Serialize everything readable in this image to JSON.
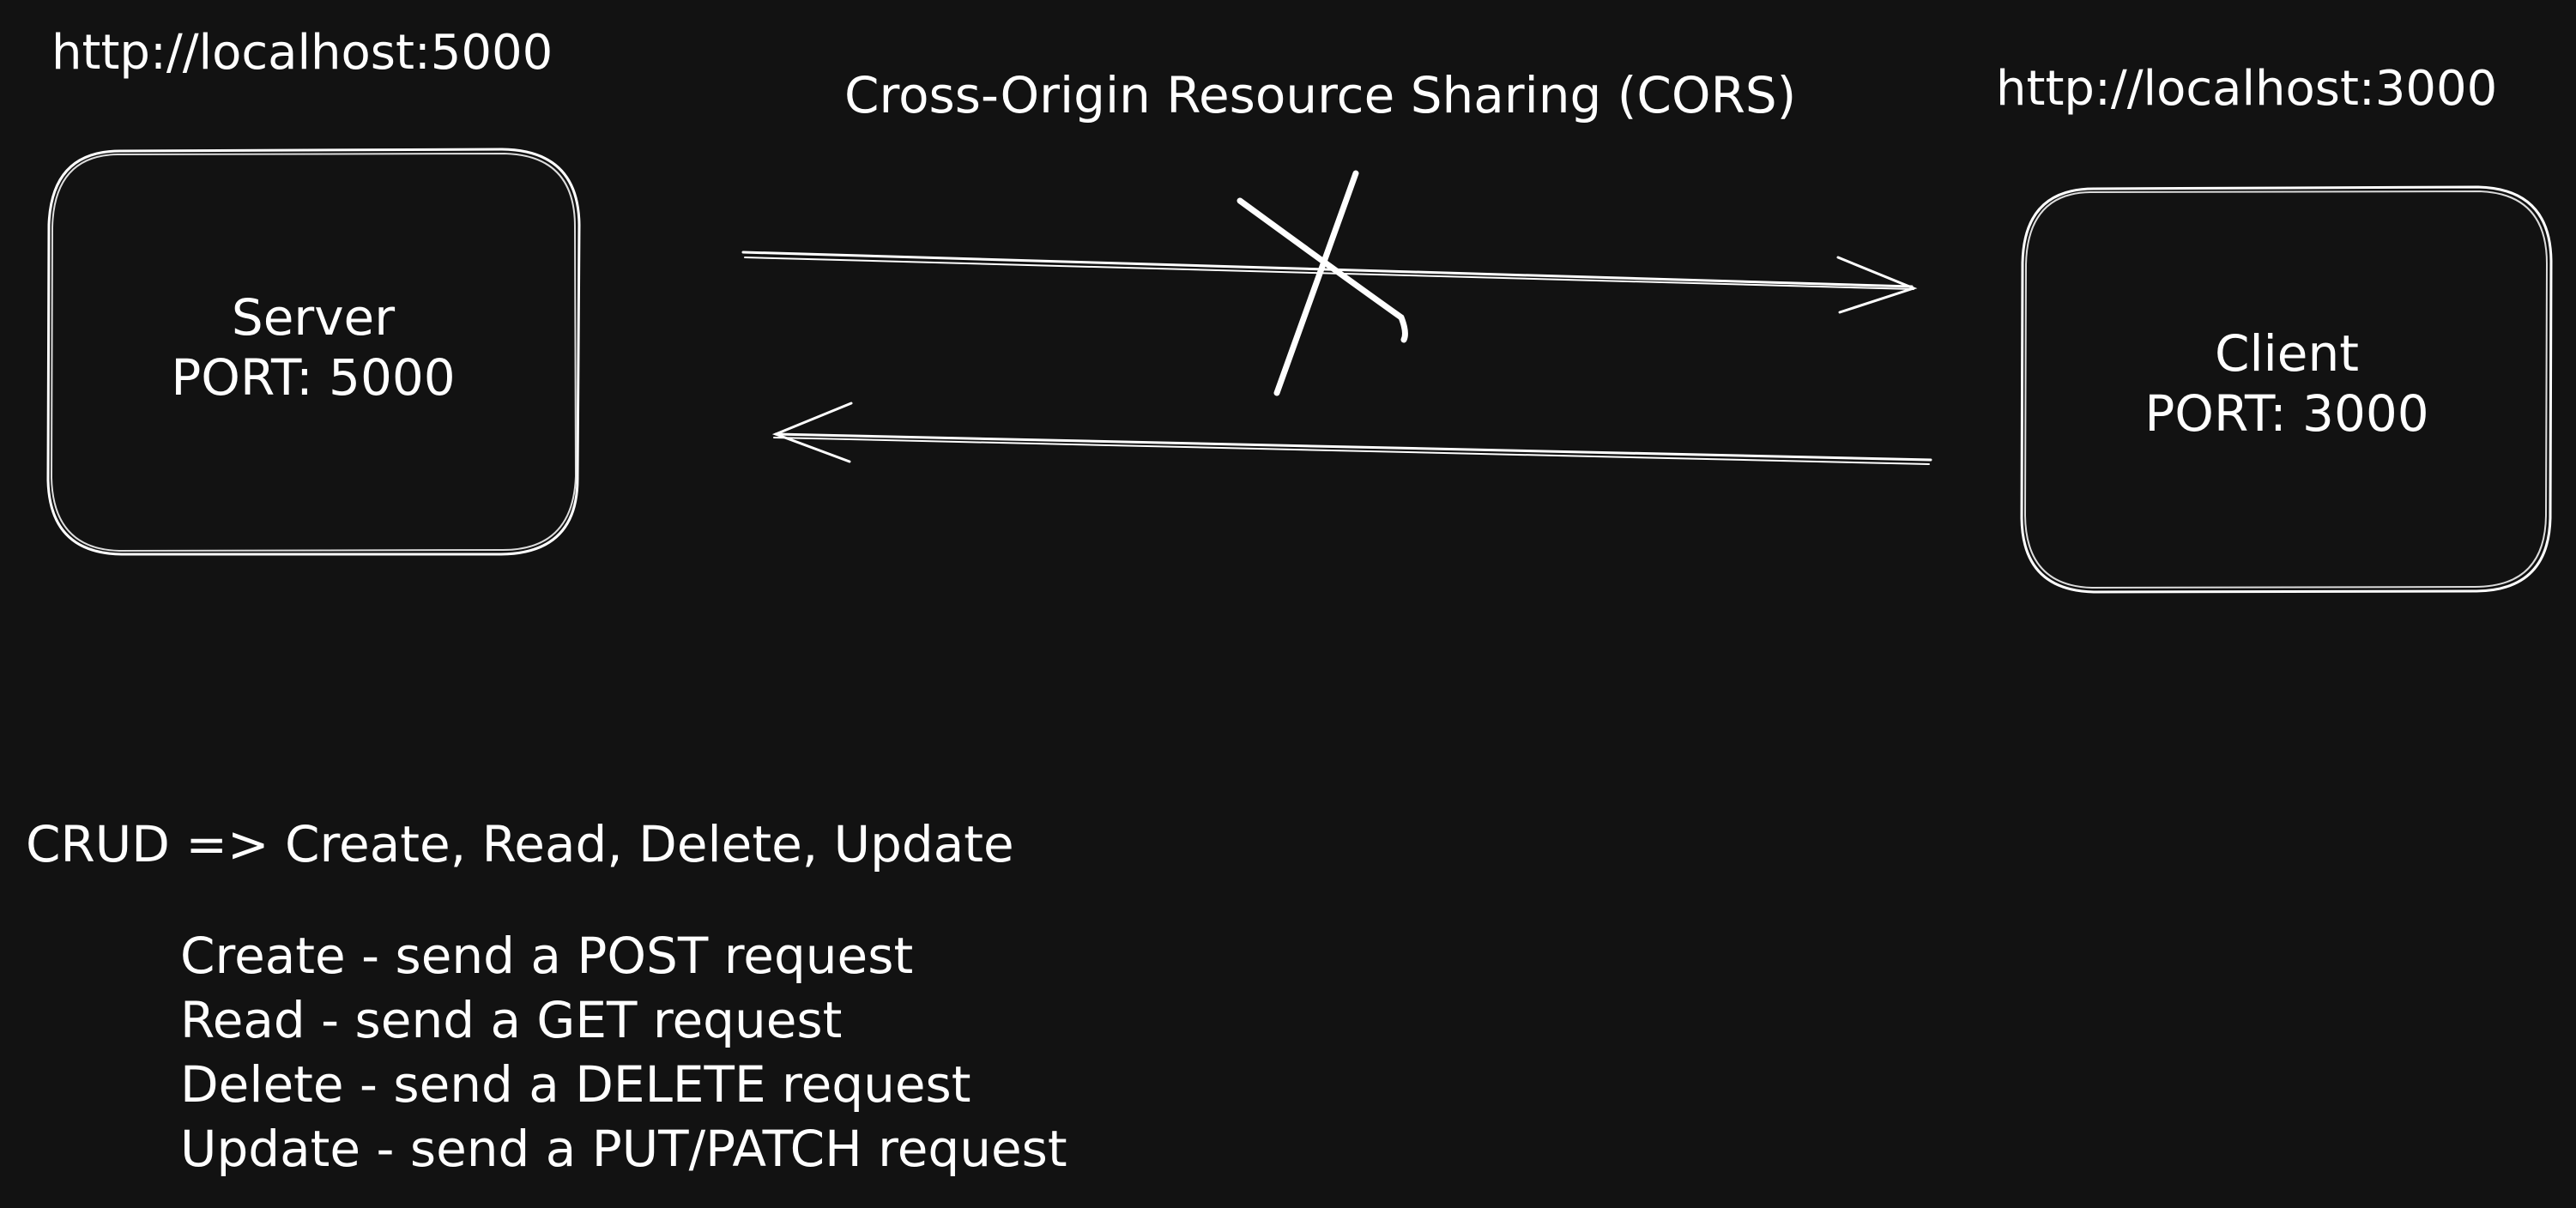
{
  "canvas": {
    "background": "#121212",
    "stroke": "#ffffff"
  },
  "server": {
    "url": "http://localhost:5000",
    "name": "Server",
    "port": "PORT: 5000"
  },
  "client": {
    "url": "http://localhost:3000",
    "name": "Client",
    "port": "PORT: 3000"
  },
  "cors_title": "Cross-Origin Resource Sharing (CORS)",
  "crud": {
    "title": "CRUD => Create, Read, Delete, Update",
    "items": [
      "Create - send a POST request",
      "Read - send a GET request",
      "Delete - send a DELETE request",
      "Update - send a PUT/PATCH request"
    ]
  }
}
